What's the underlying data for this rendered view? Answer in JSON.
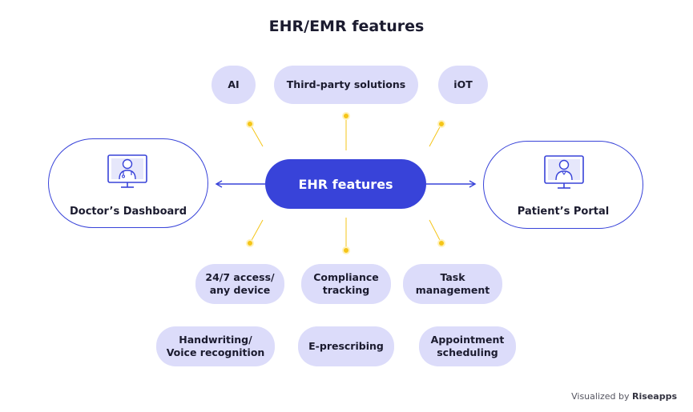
{
  "title": "EHR/EMR features",
  "center_label": "EHR features",
  "left_panel": {
    "label": "Doctor’s Dashboard",
    "icon": "doctor-monitor-icon"
  },
  "right_panel": {
    "label": "Patient’s Portal",
    "icon": "patient-monitor-icon"
  },
  "top_features": [
    "AI",
    "Third-party solutions",
    "iOT"
  ],
  "bottom_features_row1": [
    "24/7 access/\nany device",
    "Compliance\ntracking",
    "Task\nmanagement"
  ],
  "bottom_features_row2": [
    "Handwriting/\nVoice recognition",
    "E-prescribing",
    "Appointment\nscheduling"
  ],
  "footer": {
    "prefix": "Visualized by",
    "brand": "Riseapps"
  },
  "colors": {
    "accent": "#3843d9",
    "pill": "#dcdcfa",
    "connector": "#f5c518"
  }
}
